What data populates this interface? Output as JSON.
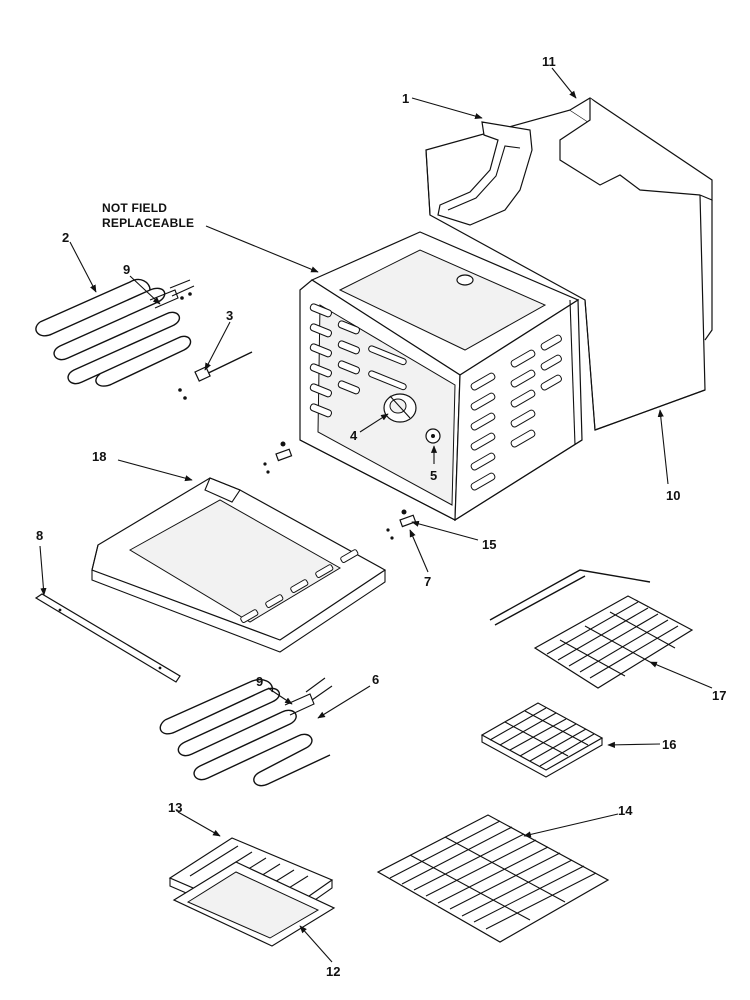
{
  "note": {
    "line1": "NOT FIELD",
    "line2": "REPLACEABLE"
  },
  "callouts": {
    "c1": "1",
    "c2": "2",
    "c3": "3",
    "c4": "4",
    "c5": "5",
    "c6": "6",
    "c7": "7",
    "c8": "8",
    "c9a": "9",
    "c9b": "9",
    "c10": "10",
    "c11": "11",
    "c12": "12",
    "c13": "13",
    "c14": "14",
    "c15": "15",
    "c16": "16",
    "c17": "17",
    "c18": "18"
  }
}
